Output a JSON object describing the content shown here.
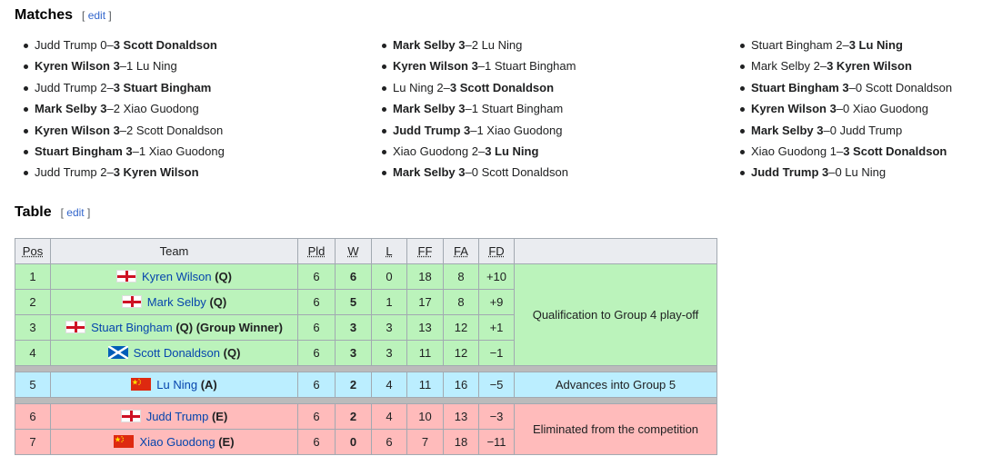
{
  "sections": {
    "matches": {
      "heading": "Matches",
      "edit_label": "edit"
    },
    "table": {
      "heading": "Table",
      "edit_label": "edit"
    }
  },
  "matches": {
    "col1": [
      [
        {
          "t": "Judd Trump 0–",
          "b": false
        },
        {
          "t": "3 Scott Donaldson",
          "b": true
        }
      ],
      [
        {
          "t": "Kyren Wilson 3",
          "b": true
        },
        {
          "t": "–1 Lu Ning",
          "b": false
        }
      ],
      [
        {
          "t": "Judd Trump 2–",
          "b": false
        },
        {
          "t": "3 Stuart Bingham",
          "b": true
        }
      ],
      [
        {
          "t": "Mark Selby 3",
          "b": true
        },
        {
          "t": "–2 Xiao Guodong",
          "b": false
        }
      ],
      [
        {
          "t": "Kyren Wilson 3",
          "b": true
        },
        {
          "t": "–2 Scott Donaldson",
          "b": false
        }
      ],
      [
        {
          "t": "Stuart Bingham 3",
          "b": true
        },
        {
          "t": "–1 Xiao Guodong",
          "b": false
        }
      ],
      [
        {
          "t": "Judd Trump 2–",
          "b": false
        },
        {
          "t": "3 Kyren Wilson",
          "b": true
        }
      ]
    ],
    "col2": [
      [
        {
          "t": "Mark Selby 3",
          "b": true
        },
        {
          "t": "–2 Lu Ning",
          "b": false
        }
      ],
      [
        {
          "t": "Kyren Wilson 3",
          "b": true
        },
        {
          "t": "–1 Stuart Bingham",
          "b": false
        }
      ],
      [
        {
          "t": "Lu Ning 2–",
          "b": false
        },
        {
          "t": "3 Scott Donaldson",
          "b": true
        }
      ],
      [
        {
          "t": "Mark Selby 3",
          "b": true
        },
        {
          "t": "–1 Stuart Bingham",
          "b": false
        }
      ],
      [
        {
          "t": "Judd Trump 3",
          "b": true
        },
        {
          "t": "–1 Xiao Guodong",
          "b": false
        }
      ],
      [
        {
          "t": "Xiao Guodong 2–",
          "b": false
        },
        {
          "t": "3 Lu Ning",
          "b": true
        }
      ],
      [
        {
          "t": "Mark Selby 3",
          "b": true
        },
        {
          "t": "–0 Scott Donaldson",
          "b": false
        }
      ]
    ],
    "col3": [
      [
        {
          "t": "Stuart Bingham 2–",
          "b": false
        },
        {
          "t": "3 Lu Ning",
          "b": true
        }
      ],
      [
        {
          "t": "Mark Selby 2–",
          "b": false
        },
        {
          "t": "3 Kyren Wilson",
          "b": true
        }
      ],
      [
        {
          "t": "Stuart Bingham 3",
          "b": true
        },
        {
          "t": "–0 Scott Donaldson",
          "b": false
        }
      ],
      [
        {
          "t": "Kyren Wilson 3",
          "b": true
        },
        {
          "t": "–0 Xiao Guodong",
          "b": false
        }
      ],
      [
        {
          "t": "Mark Selby 3",
          "b": true
        },
        {
          "t": "–0 Judd Trump",
          "b": false
        }
      ],
      [
        {
          "t": "Xiao Guodong 1–",
          "b": false
        },
        {
          "t": "3 Scott Donaldson",
          "b": true
        }
      ],
      [
        {
          "t": "Judd Trump 3",
          "b": true
        },
        {
          "t": "–0 Lu Ning",
          "b": false
        }
      ]
    ]
  },
  "standings": {
    "headers": [
      "Pos",
      "Team",
      "Pld",
      "W",
      "L",
      "FF",
      "FA",
      "FD"
    ],
    "rows": [
      {
        "pos": "1",
        "flag": "eng",
        "name": "Kyren Wilson",
        "tag": "(Q)",
        "extra": "",
        "pld": "6",
        "w": "6",
        "l": "0",
        "ff": "18",
        "fa": "8",
        "fd": "+10",
        "group": "q"
      },
      {
        "pos": "2",
        "flag": "eng",
        "name": "Mark Selby",
        "tag": "(Q)",
        "extra": "",
        "pld": "6",
        "w": "5",
        "l": "1",
        "ff": "17",
        "fa": "8",
        "fd": "+9",
        "group": "q"
      },
      {
        "pos": "3",
        "flag": "eng",
        "name": "Stuart Bingham",
        "tag": "(Q)",
        "extra": "(Group Winner)",
        "pld": "6",
        "w": "3",
        "l": "3",
        "ff": "13",
        "fa": "12",
        "fd": "+1",
        "group": "q"
      },
      {
        "pos": "4",
        "flag": "sco",
        "name": "Scott Donaldson",
        "tag": "(Q)",
        "extra": "",
        "pld": "6",
        "w": "3",
        "l": "3",
        "ff": "11",
        "fa": "12",
        "fd": "−1",
        "group": "q"
      },
      {
        "pos": "5",
        "flag": "chn",
        "name": "Lu Ning",
        "tag": "(A)",
        "extra": "",
        "pld": "6",
        "w": "2",
        "l": "4",
        "ff": "11",
        "fa": "16",
        "fd": "−5",
        "group": "a"
      },
      {
        "pos": "6",
        "flag": "eng",
        "name": "Judd Trump",
        "tag": "(E)",
        "extra": "",
        "pld": "6",
        "w": "2",
        "l": "4",
        "ff": "10",
        "fa": "13",
        "fd": "−3",
        "group": "e"
      },
      {
        "pos": "7",
        "flag": "chn",
        "name": "Xiao Guodong",
        "tag": "(E)",
        "extra": "",
        "pld": "6",
        "w": "0",
        "l": "6",
        "ff": "7",
        "fa": "18",
        "fd": "−11",
        "group": "e"
      }
    ],
    "notes": {
      "q": "Qualification to Group 4 play-off",
      "a": "Advances into Group 5",
      "e": "Eliminated from the competition"
    }
  },
  "colors": {
    "qualify_bg": "#bbf3bb",
    "advance_bg": "#bbeeff",
    "eliminated_bg": "#ffbbbb",
    "link": "#0645ad"
  }
}
